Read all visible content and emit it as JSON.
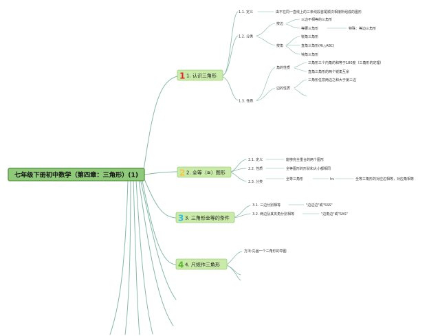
{
  "colors": {
    "root_fill": "#8fc97a",
    "root_border": "#5a9a45",
    "branch_fill": "#c9eaa8",
    "branch_border": "#9ccf7a",
    "connector": "#86b9a8",
    "num1": "#e0262b",
    "num2": "#f4c544",
    "num3": "#36b8e6",
    "num4": "#5ab82f"
  },
  "root": {
    "title": "七年级下册初中数学（第四章：三角形）(1)"
  },
  "branches": [
    {
      "num": "1",
      "label": "1. 认识三角形",
      "children": [
        {
          "label": "1.1. 定义",
          "desc": "由不在同一直线上的三条线段首尾顺次相接所组成的图形"
        },
        {
          "label": "1.2. 分类",
          "groups": [
            {
              "label": "按边",
              "items": [
                {
                  "text": "三边不相等的三角形"
                },
                {
                  "text": "等腰三角形",
                  "extra": "特殊：等边三角形"
                }
              ]
            },
            {
              "label": "按角",
              "items": [
                {
                  "text": "锐角三角形"
                },
                {
                  "text": "直角三角形(Rt△ABC)"
                },
                {
                  "text": "钝角三角形"
                }
              ]
            }
          ]
        },
        {
          "label": "1.3. 性质",
          "groups": [
            {
              "label": "角的性质",
              "items": [
                {
                  "text": "三角形三个内角的和等于180度（三角形的定理）"
                },
                {
                  "text": "直角三角形的两个锐角互余"
                }
              ]
            },
            {
              "label": "边的性质",
              "items": [
                {
                  "text": "三角形任意两边之和大于第三边"
                },
                {
                  "text": ""
                }
              ]
            }
          ]
        }
      ]
    },
    {
      "num": "2",
      "label": "2. 全等（≅）图形",
      "children": [
        {
          "label": "2.1. 定义",
          "desc": "能够完全重合的两个图形"
        },
        {
          "label": "2.2. 性质",
          "desc": "全等图形的形状和大小都相同"
        },
        {
          "label": "2.3. 分类",
          "desc": "全等三角形",
          "mid": "hv",
          "extra": "全等三角形的对应边相等，对应角相等"
        }
      ]
    },
    {
      "num": "3",
      "label": "3. 三角形全等的条件",
      "children": [
        {
          "label": "3.1. 三边分别相等",
          "desc": "\"边边边\"或\"SSS\""
        },
        {
          "label": "3.2. 两边及其夹角分别相等",
          "desc": "\"边角边\"或\"SAS\""
        }
      ]
    },
    {
      "num": "4",
      "label": "4. 尺规作三角形",
      "children": [
        {
          "label": "方法:先画一个三角形的草图"
        }
      ]
    }
  ]
}
